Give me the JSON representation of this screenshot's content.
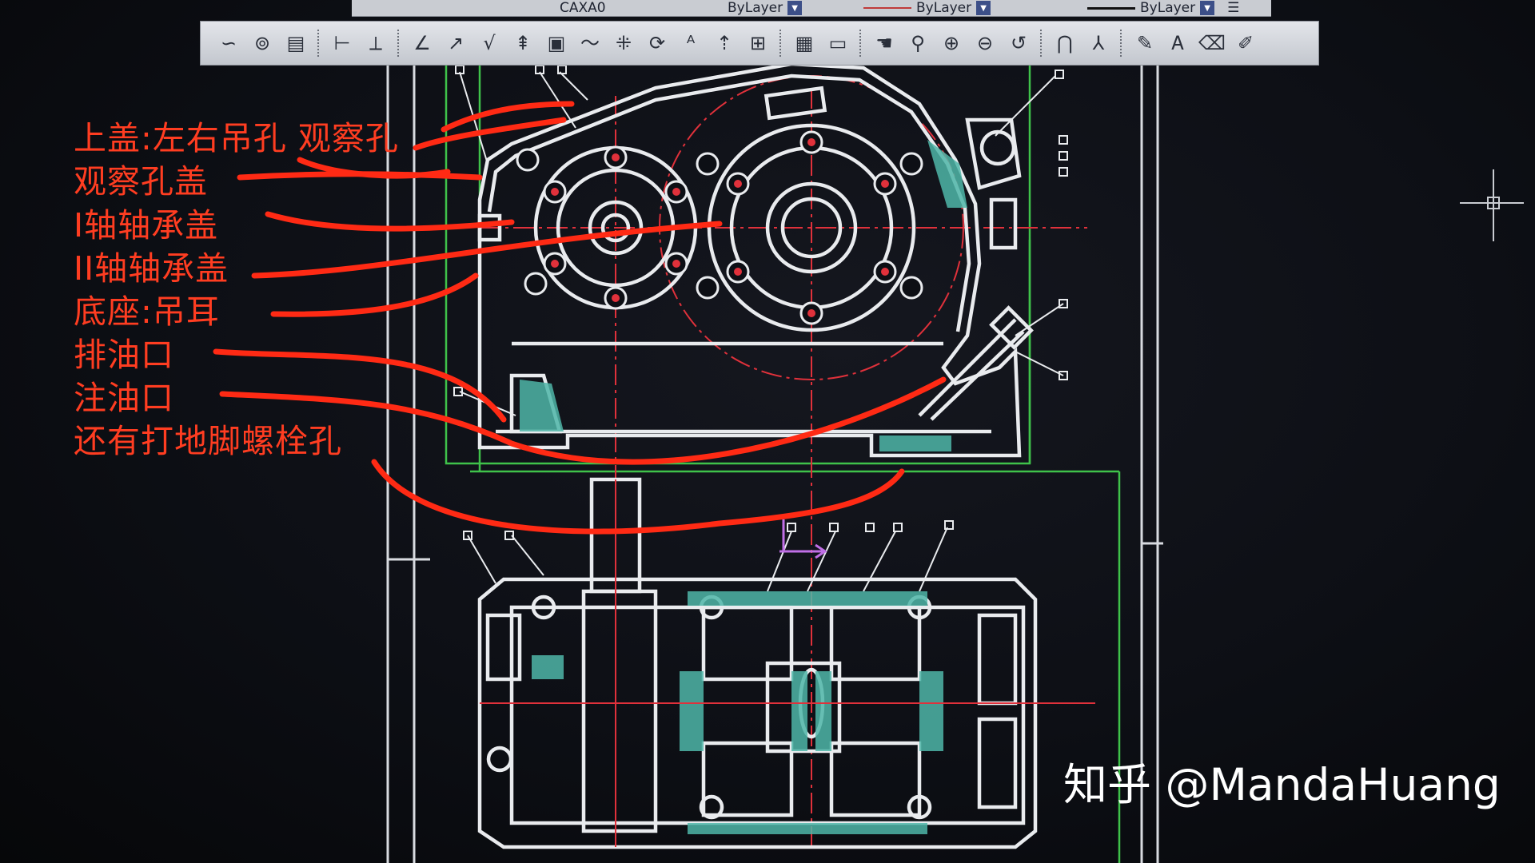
{
  "toolbar": {
    "layer_dropdown_1": "ByLayer",
    "layer_dropdown_2": "ByLayer",
    "layer_dropdown_3": "ByLayer",
    "cut_text": "CAXA0"
  },
  "annotations": [
    "上盖:左右吊孔 观察孔",
    "观察孔盖",
    "I轴轴承盖",
    "II轴轴承盖",
    "底座:吊耳",
    "排油口",
    "注油口",
    "还有打地脚螺栓孔"
  ],
  "watermark": "知乎 @MandaHuang",
  "colors": {
    "annotation": "#ff3d21",
    "cad_line": "#e9ebee",
    "center_line": "#e0313b",
    "hatch": "#4fb6a8",
    "frame_green": "#3fc24a",
    "background": "#0b0d13"
  }
}
